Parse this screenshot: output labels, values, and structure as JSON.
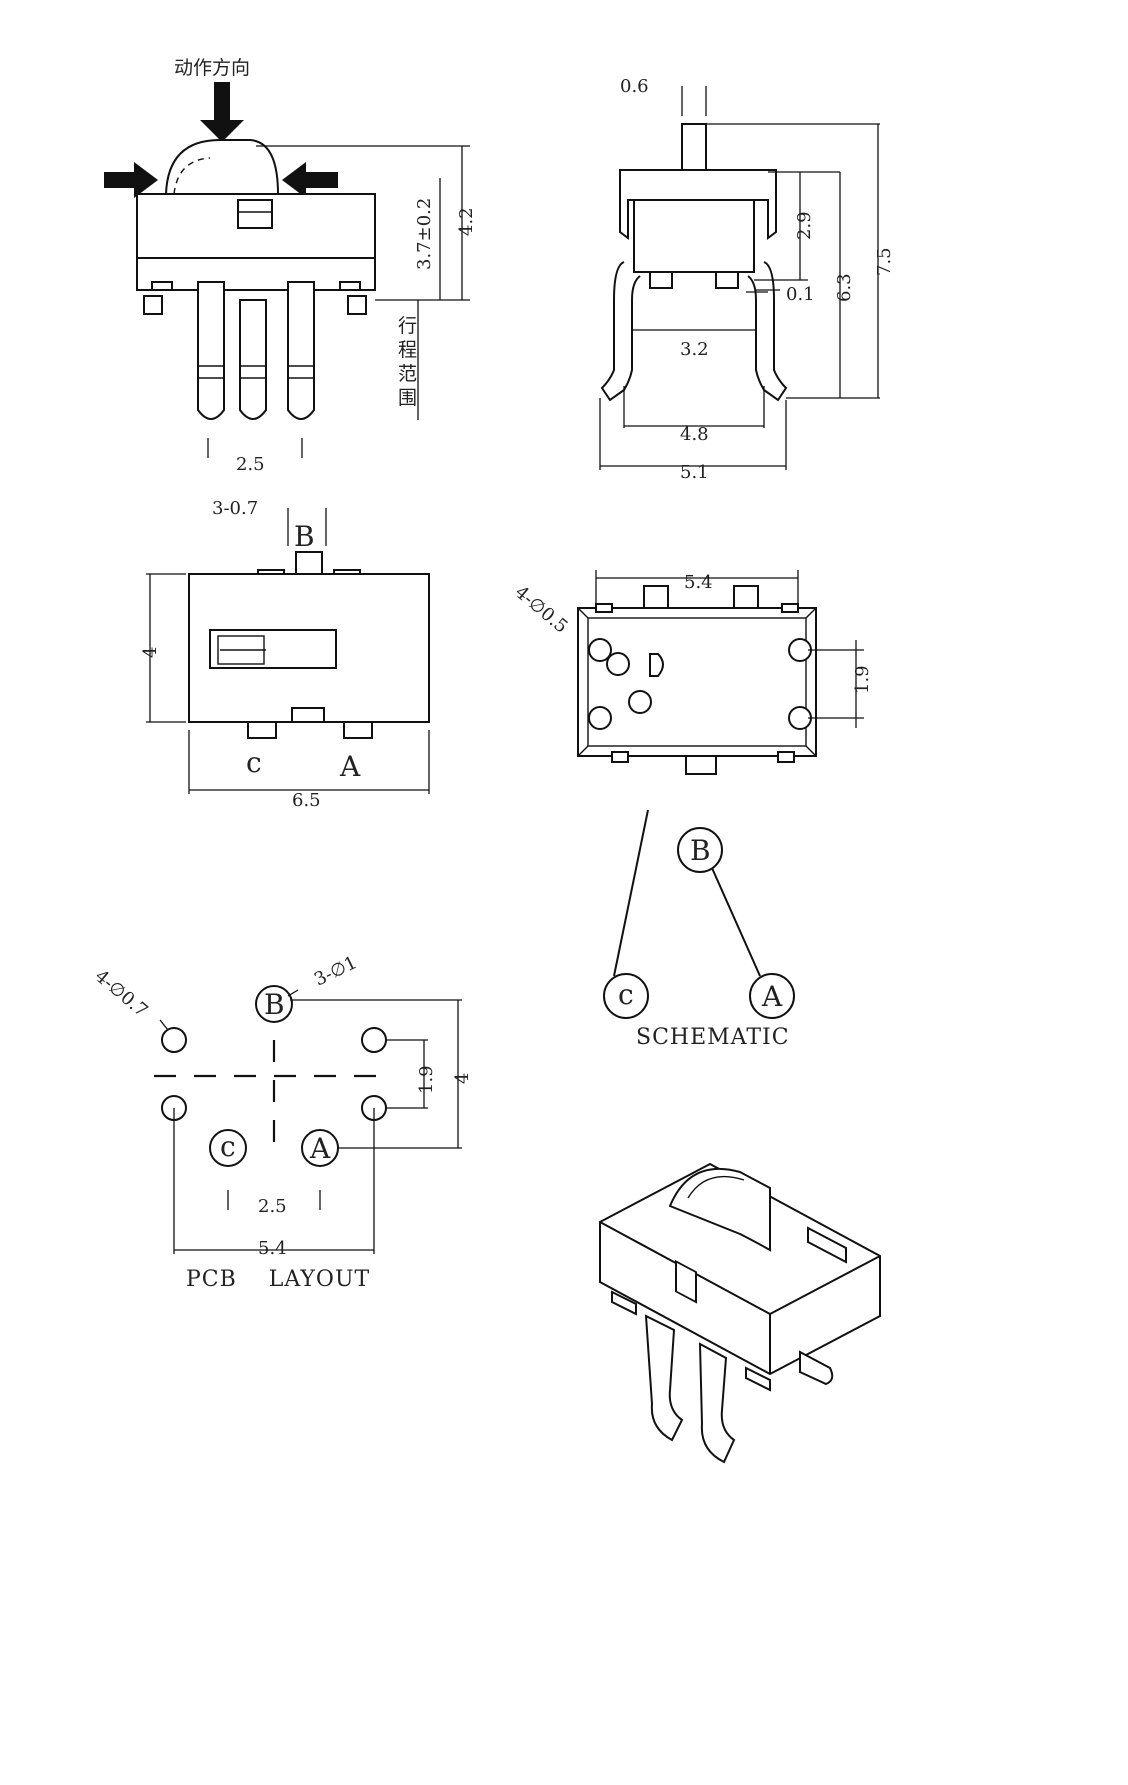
{
  "front_view": {
    "action_direction_label": "动作方向",
    "stroke_range_label_chars": [
      "行",
      "程",
      "范",
      "围"
    ],
    "dim_stroke": "3.7±0.2",
    "dim_height": "4.2",
    "dim_pin_pitch": "2.5"
  },
  "side_view": {
    "dim_actuator_width": "0.6",
    "dim_upper": "2.9",
    "dim_gap": "0.1",
    "dim_body": "6.3",
    "dim_total": "7.5",
    "dim_inner": "3.2",
    "dim_feet_inner": "4.8",
    "dim_feet_outer": "5.1"
  },
  "top_view": {
    "dim_pin_width": "3-0.7",
    "dim_height": "4",
    "dim_width": "6.5",
    "pin_b": "B",
    "pin_c": "c",
    "pin_a": "A"
  },
  "bottom_view": {
    "dim_width": "5.4",
    "dim_holes": "4-∅0.5",
    "dim_hole_pitch": "1.9"
  },
  "schematic": {
    "pin_b": "B",
    "pin_c": "c",
    "pin_a": "A",
    "caption": "SCHEMATIC"
  },
  "pcb_layout": {
    "dim_mount_holes": "4-∅0.7",
    "dim_pin_holes": "3-∅1",
    "pin_b": "B",
    "pin_c": "c",
    "pin_a": "A",
    "dim_row_pitch": "1.9",
    "dim_height": "4",
    "dim_pin_pitch": "2.5",
    "dim_width": "5.4",
    "caption": "PCB    LAYOUT"
  }
}
